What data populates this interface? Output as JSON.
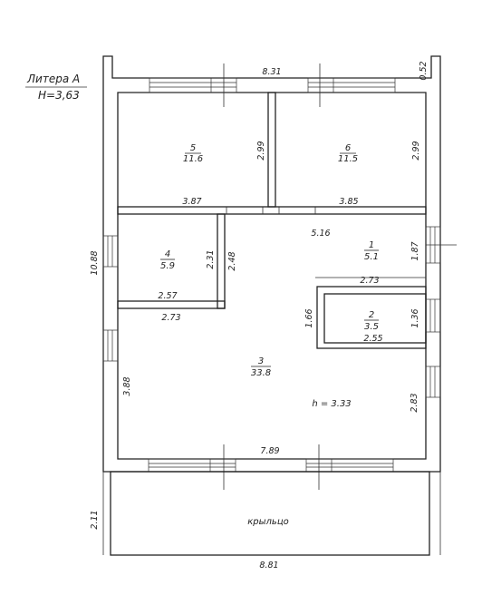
{
  "title": {
    "line1": "Литера А",
    "line2": "H=3,63"
  },
  "rooms": [
    {
      "number": "5",
      "area": "11.6"
    },
    {
      "number": "6",
      "area": "11.5"
    },
    {
      "number": "4",
      "area": "5.9"
    },
    {
      "number": "1",
      "area": "5.1"
    },
    {
      "number": "2",
      "area": "3.5"
    },
    {
      "number": "3",
      "area": "33.8"
    }
  ],
  "dimensions": {
    "top_width": "8.31",
    "top_right": "0.52",
    "left_height": "10.88",
    "room5_height": "2.99",
    "room6_height": "2.99",
    "room5_width": "3.87",
    "room6_width": "3.85",
    "corridor_width": "5.16",
    "room4_height_a": "2.31",
    "room4_height_b": "2.48",
    "room1_height": "1.87",
    "room4_width_inner": "2.57",
    "room4_width_outer": "2.73",
    "room2_width_top": "2.73",
    "room2_height_left": "1.66",
    "room2_height_right": "1.36",
    "room2_width_inner": "2.55",
    "room3_height_left": "3.88",
    "room3_height_right": "2.83",
    "room3_width": "7.89",
    "porch_height": "2.11",
    "porch_width": "8.81"
  },
  "ceiling_height": "h = 3.33",
  "porch_label": "крыльцо"
}
